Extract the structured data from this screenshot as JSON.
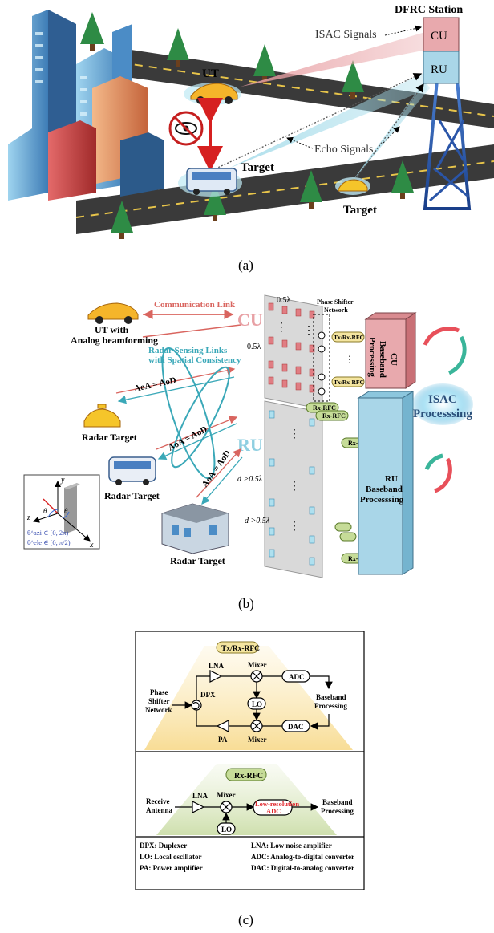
{
  "panel_a": {
    "station_title": "DFRC Station",
    "cu": "CU",
    "ru": "RU",
    "isac_signals": "ISAC Signals",
    "ut": "UT",
    "echo_signals": "Echo Signals",
    "target_bus": "Target",
    "target_taxi": "Target",
    "caption": "(a)"
  },
  "panel_b": {
    "comm_link": "Communication Link",
    "ut_line1": "UT with",
    "ut_line2": "Analog beamforming",
    "cu": "CU",
    "ru": "RU",
    "radar_links_1": "Radar Sensing Links",
    "radar_links_2": "with Spatial Consistency",
    "aoa_aod": "AoA = AoD",
    "radar_target": "Radar Target",
    "half_lambda": "0.5λ",
    "half_lambda_top": "0.5λ",
    "d_gt": "d >0.5λ",
    "phase_shifter_1": "Phase Shifter",
    "phase_shifter_2": "Network",
    "txrx_rfc": "Tx/Rx-RFC",
    "rx_rfc": "Rx-RFC",
    "cu_baseband_1": "CU",
    "cu_baseband_2": "Baseband",
    "cu_baseband_3": "Processing",
    "ru_baseband_1": "RU",
    "ru_baseband_2": "Baseband",
    "ru_baseband_3": "Processsing",
    "isac_proc_1": "ISAC",
    "isac_proc_2": "Processsing",
    "axis_y": "y",
    "axis_z": "z",
    "axis_x": "x",
    "theta_el": "θ",
    "theta_az": "θ",
    "theta_az_range": "θ^azi ∈ [0, 2π)",
    "theta_el_range": "θ^ele ∈ [0, π/2)",
    "caption": "(b)"
  },
  "panel_c": {
    "txrx_title": "Tx/Rx-RFC",
    "lna": "LNA",
    "mixer": "Mixer",
    "adc": "ADC",
    "dpx": "DPX",
    "lo": "LO",
    "pa": "PA",
    "dac": "DAC",
    "phase_1": "Phase",
    "phase_2": "Shifter",
    "phase_3": "Network",
    "baseband_1": "Baseband",
    "baseband_2": "Processing",
    "rx_title": "Rx-RFC",
    "receive_1": "Receive",
    "receive_2": "Antenna",
    "lowres_1": "Low-resolution",
    "lowres_2": "ADC",
    "legend_dpx": "DPX: Duplexer",
    "legend_lna": "LNA: Low noise amplifier",
    "legend_lo": "LO: Local oscillator",
    "legend_adc": "ADC: Analog-to-digital converter",
    "legend_pa": "PA: Power amplifier",
    "legend_dac": "DAC: Digital-to-analog converter",
    "caption": "(c)"
  },
  "colors": {
    "road": "#3a3a3a",
    "cu_pink": "#e8a9ad",
    "ru_blue": "#a9d6e8",
    "comm_red": "#d9655f",
    "radar_teal": "#3aa8b8",
    "rfc_yellow": "#f4e5a0",
    "rfc_green": "#c6dc98",
    "lowres_red": "#e0262c"
  }
}
